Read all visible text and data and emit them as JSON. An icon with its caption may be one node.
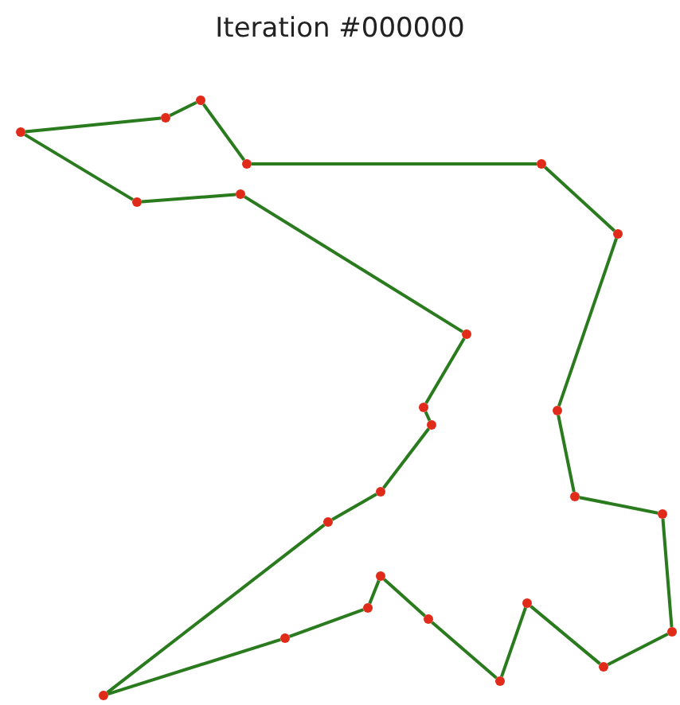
{
  "diagram": {
    "title": "Iteration #000000",
    "nodes": [
      {
        "text": [],
        "shape": "circle"
      },
      {
        "text": [],
        "shape": "circle"
      },
      {
        "text": [],
        "shape": "circle"
      },
      {
        "text": [],
        "shape": "circle"
      },
      {
        "text": [],
        "shape": "circle"
      },
      {
        "text": [],
        "shape": "circle"
      },
      {
        "text": [],
        "shape": "circle"
      },
      {
        "text": [],
        "shape": "circle"
      },
      {
        "text": [],
        "shape": "circle"
      },
      {
        "text": [],
        "shape": "circle"
      },
      {
        "text": [],
        "shape": "circle"
      },
      {
        "text": [],
        "shape": "circle"
      },
      {
        "text": [],
        "shape": "circle"
      },
      {
        "text": [],
        "shape": "circle"
      },
      {
        "text": [],
        "shape": "circle"
      },
      {
        "text": [],
        "shape": "circle"
      },
      {
        "text": [],
        "shape": "circle"
      },
      {
        "text": [],
        "shape": "circle"
      },
      {
        "text": [],
        "shape": "circle"
      },
      {
        "text": [],
        "shape": "circle"
      },
      {
        "text": [],
        "shape": "circle"
      },
      {
        "text": [],
        "shape": "circle"
      },
      {
        "text": [],
        "shape": "circle"
      },
      {
        "text": [],
        "shape": "circle"
      },
      {
        "text": [],
        "shape": "circle"
      }
    ],
    "edges": [
      {
        "from": 0,
        "to": 1,
        "arrow": "none"
      },
      {
        "from": 1,
        "to": 2,
        "arrow": "none"
      },
      {
        "from": 2,
        "to": 3,
        "arrow": "none"
      },
      {
        "from": 3,
        "to": 4,
        "arrow": "none"
      },
      {
        "from": 4,
        "to": 5,
        "arrow": "none"
      },
      {
        "from": 5,
        "to": 6,
        "arrow": "none"
      },
      {
        "from": 6,
        "to": 7,
        "arrow": "none"
      },
      {
        "from": 7,
        "to": 8,
        "arrow": "none"
      },
      {
        "from": 8,
        "to": 9,
        "arrow": "none"
      },
      {
        "from": 9,
        "to": 10,
        "arrow": "none"
      },
      {
        "from": 10,
        "to": 11,
        "arrow": "none"
      },
      {
        "from": 11,
        "to": 12,
        "arrow": "none"
      },
      {
        "from": 12,
        "to": 13,
        "arrow": "none"
      },
      {
        "from": 13,
        "to": 14,
        "arrow": "none"
      },
      {
        "from": 14,
        "to": 15,
        "arrow": "none"
      },
      {
        "from": 15,
        "to": 16,
        "arrow": "none"
      },
      {
        "from": 16,
        "to": 17,
        "arrow": "none"
      },
      {
        "from": 17,
        "to": 18,
        "arrow": "none"
      },
      {
        "from": 18,
        "to": 19,
        "arrow": "none"
      },
      {
        "from": 19,
        "to": 20,
        "arrow": "none"
      },
      {
        "from": 20,
        "to": 21,
        "arrow": "none"
      },
      {
        "from": 21,
        "to": 22,
        "arrow": "none"
      },
      {
        "from": 22,
        "to": 23,
        "arrow": "none"
      },
      {
        "from": 23,
        "to": 24,
        "arrow": "none"
      },
      {
        "from": 24,
        "to": 0,
        "arrow": "none"
      }
    ]
  }
}
